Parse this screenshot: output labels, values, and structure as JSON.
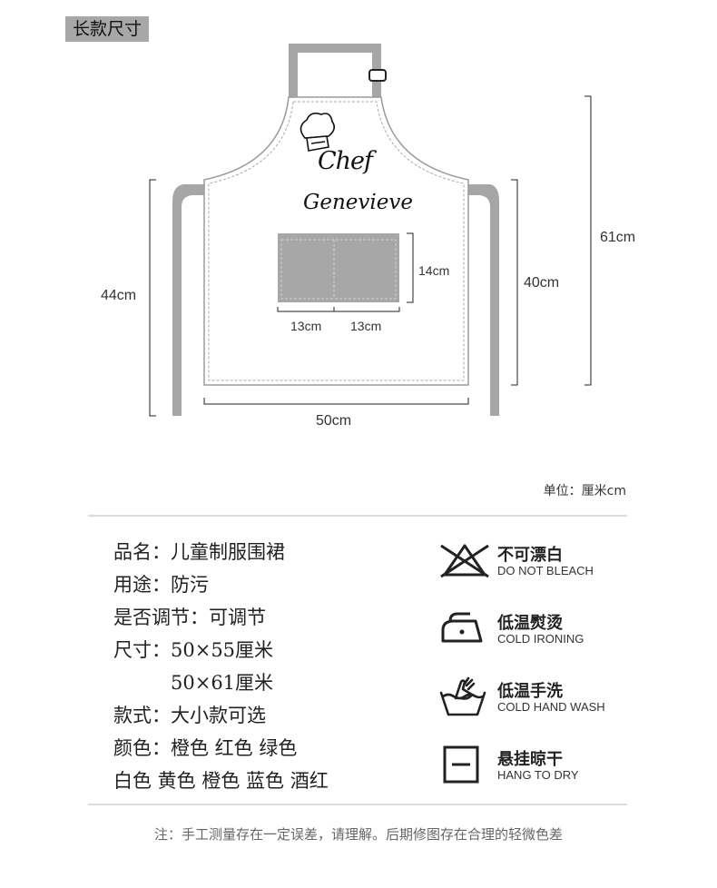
{
  "header": {
    "tag": "长款尺寸"
  },
  "diagram": {
    "embroidery_top": "Chef",
    "embroidery_name": "Genevieve",
    "dim_total_height": "61cm",
    "dim_side_left": "44cm",
    "dim_body_height": "40cm",
    "dim_width": "50cm",
    "dim_pocket_height": "14cm",
    "dim_pocket_left": "13cm",
    "dim_pocket_right": "13cm"
  },
  "unit_label": "单位：厘米cm",
  "specs": [
    "品名：儿童制服围裙",
    "用途：防污",
    "是否调节：可调节",
    "尺寸：50×55厘米",
    "　　　50×61厘米",
    "款式：大小款可选",
    "颜色：橙色  红色  绿色",
    "白色  黄色  橙色  蓝色  酒红"
  ],
  "care": [
    {
      "icon": "no-bleach-icon",
      "cn": "不可漂白",
      "en": "DO NOT BLEACH"
    },
    {
      "icon": "cold-iron-icon",
      "cn": "低温熨烫",
      "en": "COLD IRONING"
    },
    {
      "icon": "hand-wash-icon",
      "cn": "低温手洗",
      "en": "COLD HAND WASH"
    },
    {
      "icon": "hang-dry-icon",
      "cn": "悬挂晾干",
      "en": "HANG TO DRY"
    }
  ],
  "note": "注：手工测量存在一定误差，请理解。后期修图存在合理的轻微色差",
  "colors": {
    "strap": "#a6a6a6",
    "pocket": "#a7a7a7",
    "apron": "#ffffff",
    "outline": "#999999"
  }
}
